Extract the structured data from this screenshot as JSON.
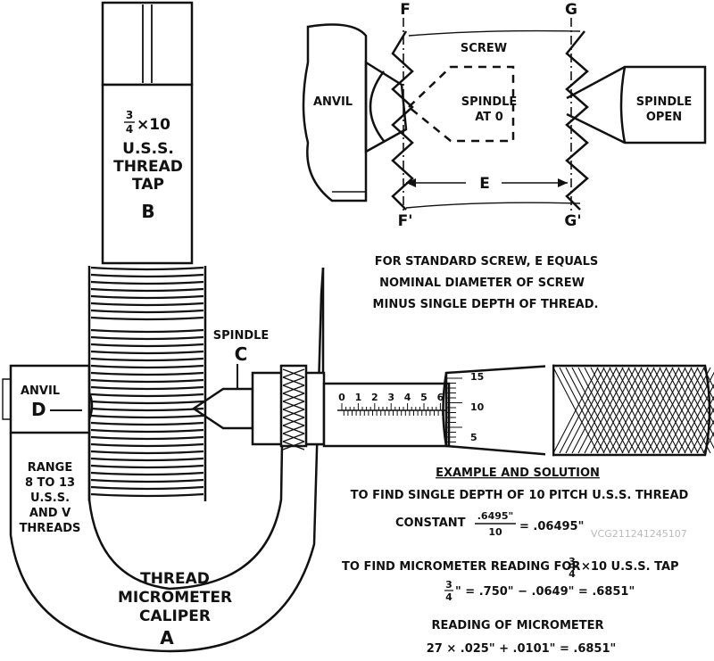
{
  "tap": {
    "fraction_num": "3",
    "fraction_den": "4",
    "size_suffix": "×10",
    "line1": "U.S.S.",
    "line2": "THREAD",
    "line3": "TAP",
    "letter": "B"
  },
  "micrometer": {
    "title_line1": "THREAD",
    "title_line2": "MICROMETER",
    "title_line3": "CALIPER",
    "letter": "A",
    "anvil_label": "ANVIL",
    "anvil_letter": "D",
    "spindle_label": "SPINDLE",
    "spindle_letter": "C",
    "range_lines": [
      "RANGE",
      "8 TO 13",
      "U.S.S.",
      "AND V",
      "THREADS"
    ],
    "sleeve_scale": [
      "0",
      "1",
      "2",
      "3",
      "4",
      "5",
      "6"
    ],
    "thimble_scale": [
      "15",
      "10",
      "5"
    ]
  },
  "inset": {
    "anvil_label": "ANVIL",
    "screw_label": "SCREW",
    "spindle_at0_line1": "SPINDLE",
    "spindle_at0_line2": "AT 0",
    "spindle_open_line1": "SPINDLE",
    "spindle_open_line2": "OPEN",
    "marker_f": "F",
    "marker_f_prime": "F'",
    "marker_g": "G",
    "marker_g_prime": "G'",
    "dimension_e": "E"
  },
  "note": {
    "line1": "FOR STANDARD SCREW, E EQUALS",
    "line2": "NOMINAL DIAMETER OF SCREW",
    "line3": "MINUS SINGLE DEPTH OF THREAD."
  },
  "example": {
    "heading": "EXAMPLE AND SOLUTION",
    "step1": "TO FIND SINGLE DEPTH OF 10 PITCH U.S.S. THREAD",
    "constant_label": "CONSTANT",
    "constant_num": ".6495\"",
    "constant_den": "10",
    "constant_result": "= .06495\"",
    "step2": "TO FIND MICROMETER READING FOR",
    "step2_frac_num": "3",
    "step2_frac_den": "4",
    "step2_suffix": "×10 U.S.S. TAP",
    "calc_frac_num": "3",
    "calc_frac_den": "4",
    "calc_rest": "\" = .750\" − .0649\" = .6851\"",
    "reading_heading": "READING OF MICROMETER",
    "reading_calc": "27 × .025\" + .0101\" = .6851\""
  },
  "watermark": "VCG211241245107"
}
